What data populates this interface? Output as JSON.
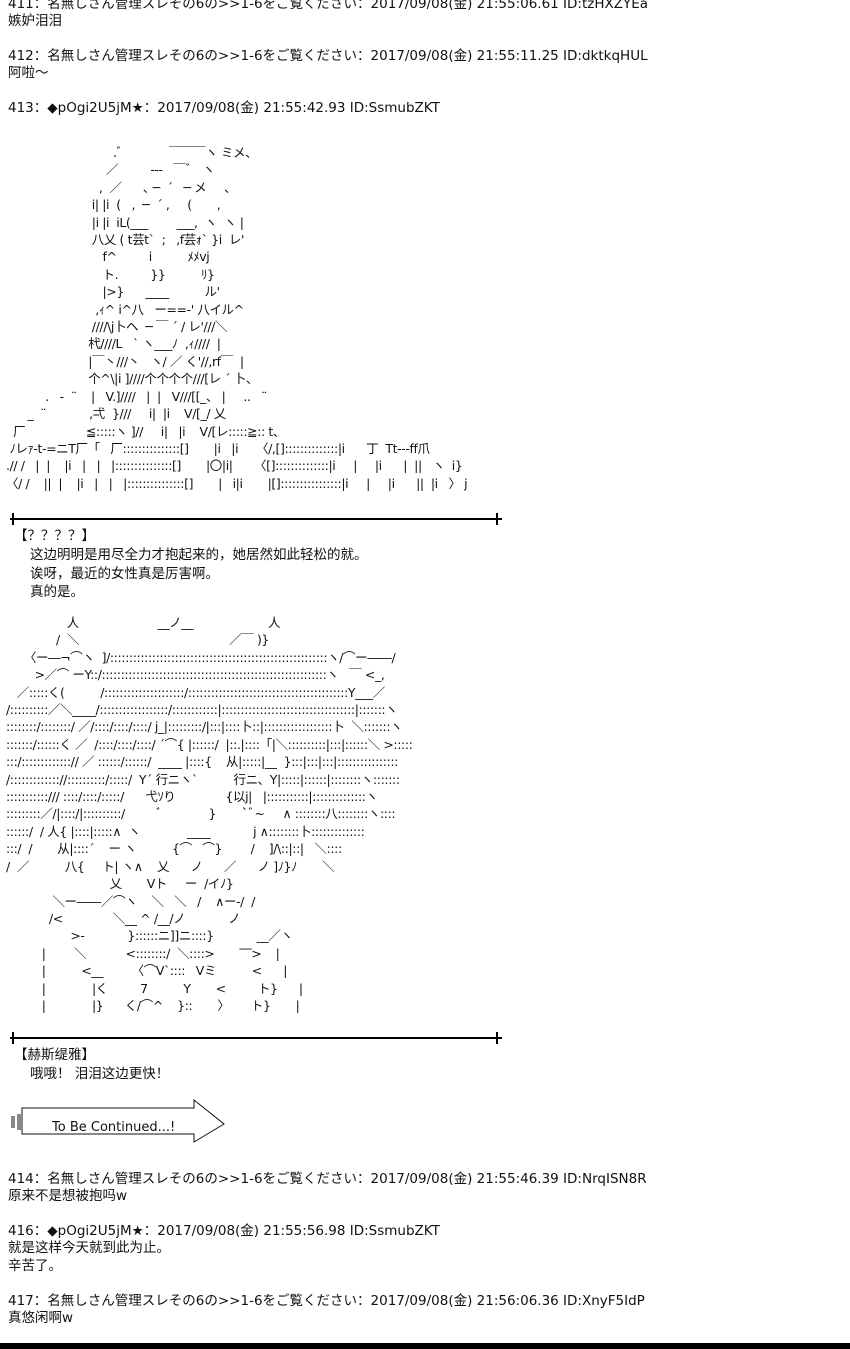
{
  "posts": [
    {
      "header": "411：名無しさん管理スレその6の>>1-6をご覧ください：2017/09/08(金) 21:55:06.61 ID:tzHXZYEa",
      "body": [
        "嫉妒泪泪"
      ]
    },
    {
      "header": "412：名無しさん管理スレその6の>>1-6をご覧ください：2017/09/08(金) 21:55:11.25 ID:dktkqHUL",
      "body": [
        "阿啦～"
      ]
    },
    {
      "header": "413：◆pOgi2U5jM★：2017/09/08(金) 21:55:42.93 ID:SsmubZKT",
      "body": []
    },
    {
      "header": "414：名無しさん管理スレその6の>>1-6をご覧ください：2017/09/08(金) 21:55:46.39 ID:NrqISN8R",
      "body": [
        "原来不是想被抱吗w"
      ]
    },
    {
      "header": "416：◆pOgi2U5jM★：2017/09/08(金) 21:55:56.98 ID:SsmubZKT",
      "body": [
        "就是这样今天就到此为止。",
        "辛苦了。"
      ]
    },
    {
      "header": "417：名無しさん管理スレその6の>>1-6をご覧ください：2017/09/08(金) 21:56:06.36 ID:XnyF5IdP",
      "body": [
        "真悠闲啊w"
      ]
    }
  ],
  "scene1": {
    "speaker": "【？？？？】",
    "lines": [
      "这边明明是用尽全力才抱起来的，她居然如此轻松的就。",
      "诶呀，最近的女性真是厉害啊。",
      "真的是。"
    ],
    "art": "                              .ﾞ             ￣￣￣ヽ ミメ、\n                            ／         ---   ￣ﾞ   ヽ\n                          ,  ／      ､ ─  ´   ─ メ     、\n                        i| |i  (   ,  ─  ´ ,     (       ,\n                        |i |i  iL(___        ___,  ヽ  ヽ |\n                        八乂 ( t芸t`  ;   ,f芸ｫ` }i  レ'\n                           f^         i          ﾒﾒvj\n                           ト.         }}          ﾘ}\n                           |>}      ____          ル'\n                         ,ｨ^ i^八   ー==-' 八イル^\n                        ////\\j卜ヘ  ─ ￣ ´ / レ'///＼\n                       杙////L   ` ヽ___ﾉ  ,ｨ////  |\n                       |￣丶///丶   ヽ/ ／ く'//,rf￣  |\n                       个^\\|i ]////个个个个///[レ ´ 卜、\n           .   -  ¨    |   V.]////   |  |   V///[[_、 |     ..   ¨\n      _  ¨            ,弌  }///     i|  |i    V/[_/ 乂\n  厂                 ≦:::::ヽ ]//     i|   |i    V/[レ:::::≧:: t、\n ﾉレｧ-t-=ニT厂「   厂:::::::::::::::[]       |i   |i     〈/,[]::::::::::::::|i      丁  Tt---ff爪\n.// /   |  |    |i   |   |   |:::::::::::::::[]       |〇|i|      〈[]::::::::::::::|i     |     |i      |  ||   ヽ  i}\n〈/ /    ||  |    |i   |   |   |:::::::::::::::[]       |   i|i       |[]::::::::::::::::|i     |     |i      ||  |i   〉 j"
  },
  "scene2": {
    "speaker": "【赫斯缇雅】",
    "lines": [
      "哦哦！ 泪泪这边更快！"
    ],
    "art": "                 人                      __ノ__                     人\n              /  ＼                                          ／￣ )}\n     〈ー―¬⌒ヽ  ]/:::::::::::::::::::::::::::::::::::::::::::::::::::::::::ヽ/⌒ー――/\n        >／⌒ ーY::/:::::::::::::::::::::::::::::::::::::::::::::::::::::::::::ヽ   ￣ <_,\n   ／:::::く(          /:::::::::::::::::::::/::::::::::::::::::::::::::::::::::::::::::Y___／\n/::::::::::／＼____/::::::::::::::::::/::::::::::::|:::::::::::::::::::::::::::::::::::|:::::::ヽ\n::::::::/::::::::/ ／/::::/::::/::::/ j_|:::::::::/|:::|::::卜::|::::::::::::::::::卜  ＼:::::::ヽ\n:::::::/::::::く ／  /::::/::::/::::/ ´⌒{ |::::::/  |::.|::::「|＼::::::::::|:::|::::::＼ >:::::\n:::/:::::::::::::// ／ ::::::/::::::/  ____ |::::{    从|:::::|__  }:::|:::|:::|::::::::::::::::\n/::::::::::::://::::::::::/:::::/  Y´ 行ニヽ`          行ニ、Y|:::::|::::::|::::::::ヽ:::::::\n:::::::::::/// ::::/::::/:::::/      弋ｿり              {以j|   |:::::::::::|::::::::::::::ヽ\n:::::::::／/|::::/|::::::::::/         ﾞ             }       `ﾞ~     ∧ ::::::::八::::::::ヽ::::\n::::::/  / 人{ |::::|:::::∧  ヽ             ____            j ∧::::::::卜::::::::::::::\n:::/  /       从|::::´    ー ヽ          {⌒   ⌒}        /    ]/\\::|::|   ＼::::\n/  ／          八{     ト| ヽ∧    乂      ノ      ／      ノ ]ﾉ}ﾉ       ＼\n                             乂       Vト     ー  /イﾉ}\n             ＼ー――／⌒ヽ    ＼   ＼   /    ∧ー-/  /\n            /<              ＼__ ^ /__/ノ            ノ\n                  >-            }::::::ニ]]ニ::::}            __／ヽ\n          |        ＼           <::::::::/  ＼::::>       ‾‾>    |\n          |          <__        〈⌒V`::::   Vミ          <      |\n          |             |く         7          Y       <         ト}      |\n          |             |}      く/⌒^    }::       〉      ト}       |"
  },
  "to_be_continued": "To Be Continued...!"
}
